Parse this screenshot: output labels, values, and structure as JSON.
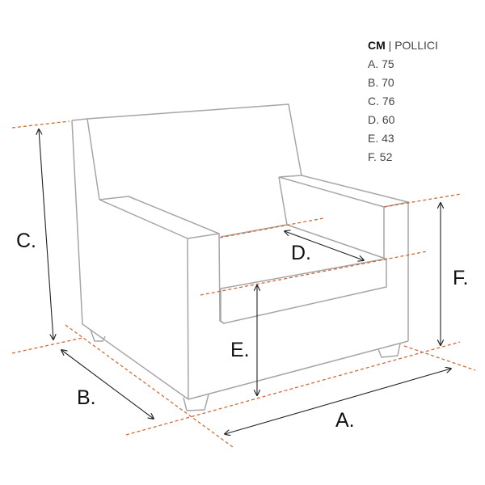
{
  "legend": {
    "unit_primary": "CM",
    "separator": " | ",
    "unit_secondary": "POLLICI",
    "items": [
      "A. 75",
      "B. 70",
      "C. 76",
      "D. 60",
      "E. 43",
      "F. 52"
    ]
  },
  "labels": {
    "a": "A.",
    "b": "B.",
    "c": "C.",
    "d": "D.",
    "e": "E.",
    "f": "F."
  },
  "colors": {
    "outline": "#a6a6a6",
    "guide": "#d0693a",
    "arrow": "#222222"
  }
}
